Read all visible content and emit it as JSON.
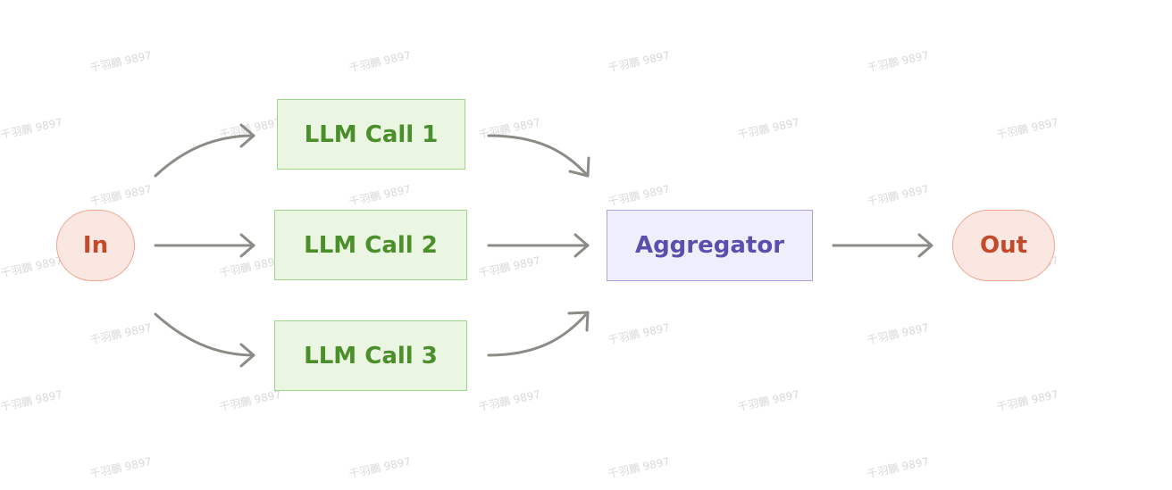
{
  "nodes": {
    "input": "In",
    "llm_call_1": "LLM Call 1",
    "llm_call_2": "LLM Call 2",
    "llm_call_3": "LLM Call 3",
    "aggregator": "Aggregator",
    "output": "Out"
  },
  "watermark": "千羽鵬 9897",
  "colors": {
    "llm_fill": "#eaf5e2",
    "llm_border": "#9fd58a",
    "llm_text": "#4a8f2a",
    "aggregator_fill": "#efeefc",
    "aggregator_border": "#a9a2e6",
    "aggregator_text": "#5b4fae",
    "terminal_fill": "#fbe7e1",
    "terminal_border": "#efa68e",
    "terminal_text": "#c2492a",
    "arrow": "#8c8c86"
  }
}
